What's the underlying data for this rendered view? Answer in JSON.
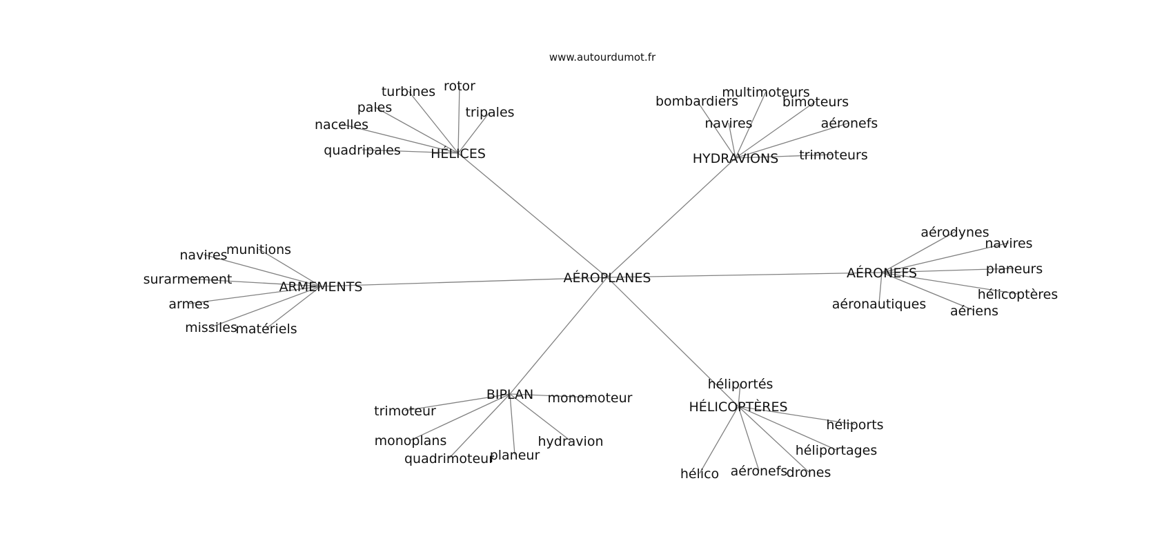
{
  "site": "www.autourdumot.fr",
  "center": "AÉROPLANES",
  "clusters": [
    {
      "hub": "HÉLICES",
      "leaves": [
        "turbines",
        "rotor",
        "pales",
        "tripales",
        "nacelles",
        "quadripales"
      ]
    },
    {
      "hub": "HYDRAVIONS",
      "leaves": [
        "multimoteurs",
        "bombardiers",
        "bimoteurs",
        "navires",
        "aéronefs",
        "trimoteurs"
      ]
    },
    {
      "hub": "AÉRONEFS",
      "leaves": [
        "aérodynes",
        "navires",
        "planeurs",
        "hélicoptères",
        "aéronautiques",
        "aériens"
      ]
    },
    {
      "hub": "HÉLICOPTÈRES",
      "leaves": [
        "héliportés",
        "héliports",
        "héliportages",
        "hélico",
        "aéronefs",
        "drones"
      ]
    },
    {
      "hub": "BIPLAN",
      "leaves": [
        "monomoteur",
        "trimoteur",
        "monoplans",
        "hydravion",
        "quadrimoteur",
        "planeur"
      ]
    },
    {
      "hub": "ARMEMENTS",
      "leaves": [
        "munitions",
        "navires",
        "surarmement",
        "armes",
        "missiles",
        "matériels"
      ]
    }
  ]
}
